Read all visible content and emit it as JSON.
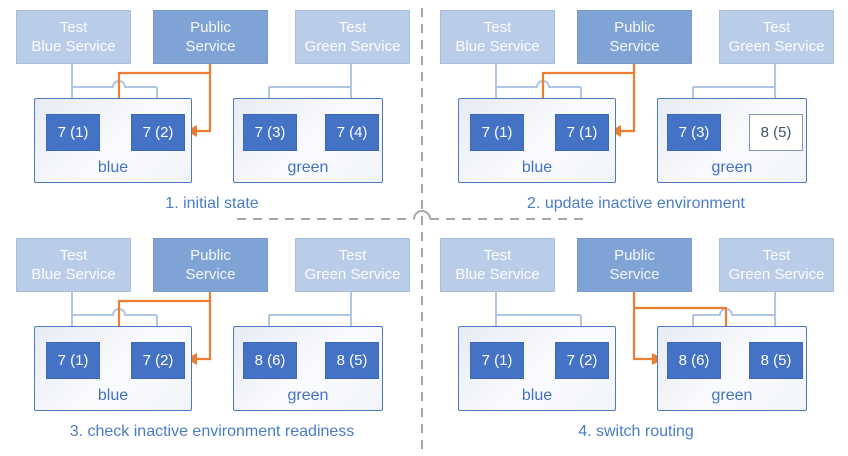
{
  "colors": {
    "accent_blue": "#4472C4",
    "test_route_blue": "#B1C5E6",
    "public_route_orange": "#ED7D31",
    "service_light_fill": "#B9CCE8",
    "service_public_fill": "#7FA3D4",
    "env_border_blue": "#4F78C4",
    "outlined_node_text": "#44546A",
    "divider_gray": "#A6A6A6"
  },
  "services": {
    "test_blue": "Test\nBlue Service",
    "public": "Public\nService",
    "test_green": "Test\nGreen Service"
  },
  "env": {
    "blue_label": "blue",
    "green_label": "green"
  },
  "panels": [
    {
      "caption": "1. initial state",
      "blue_nodes": [
        {
          "label": "7 (1)",
          "css": "node",
          "state": "active"
        },
        {
          "label": "7 (2)",
          "css": "node",
          "state": "active"
        }
      ],
      "green_nodes": [
        {
          "label": "7 (3)",
          "css": "node",
          "state": "active"
        },
        {
          "label": "7 (4)",
          "css": "node",
          "state": "active"
        }
      ]
    },
    {
      "caption": "2. update inactive environment",
      "blue_nodes": [
        {
          "label": "7 (1)",
          "css": "node",
          "state": "active"
        },
        {
          "label": "7 (1)",
          "css": "node",
          "state": "active"
        }
      ],
      "green_nodes": [
        {
          "label": "7 (3)",
          "css": "node",
          "state": "active"
        },
        {
          "label": "8 (5)",
          "css": "node node-outlined",
          "state": "updating"
        }
      ]
    },
    {
      "caption": "3. check inactive environment readiness",
      "blue_nodes": [
        {
          "label": "7 (1)",
          "css": "node",
          "state": "active"
        },
        {
          "label": "7 (2)",
          "css": "node",
          "state": "active"
        }
      ],
      "green_nodes": [
        {
          "label": "8 (6)",
          "css": "node",
          "state": "active"
        },
        {
          "label": "8 (5)",
          "css": "node",
          "state": "active"
        }
      ]
    },
    {
      "caption": "4. switch routing",
      "blue_nodes": [
        {
          "label": "7 (1)",
          "css": "node",
          "state": "active"
        },
        {
          "label": "7 (2)",
          "css": "node",
          "state": "active"
        }
      ],
      "green_nodes": [
        {
          "label": "8 (6)",
          "css": "node",
          "state": "active"
        },
        {
          "label": "8 (5)",
          "css": "node",
          "state": "active"
        }
      ]
    }
  ]
}
